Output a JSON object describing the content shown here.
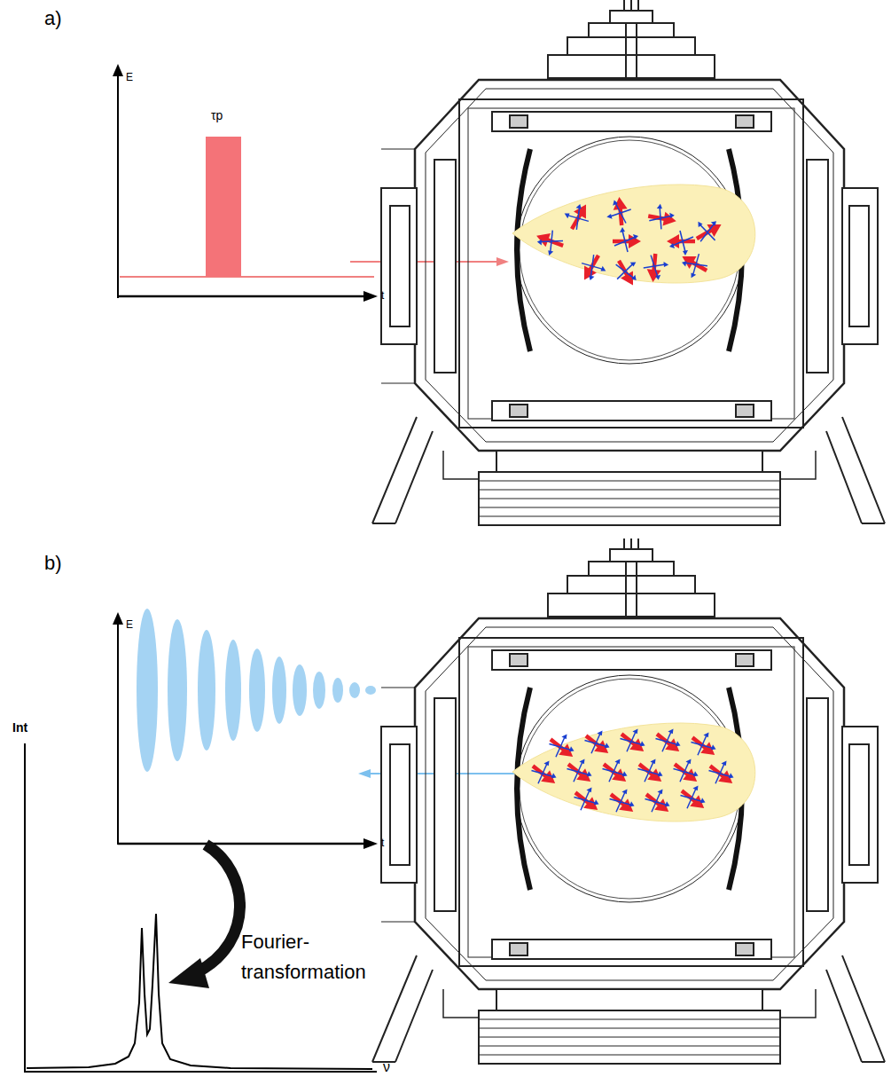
{
  "diagram": {
    "labels": [
      "a)",
      "E",
      "τp",
      "t",
      "b)",
      "E",
      "t",
      "Int",
      "Fourier- transformation",
      "ν"
    ]
  }
}
